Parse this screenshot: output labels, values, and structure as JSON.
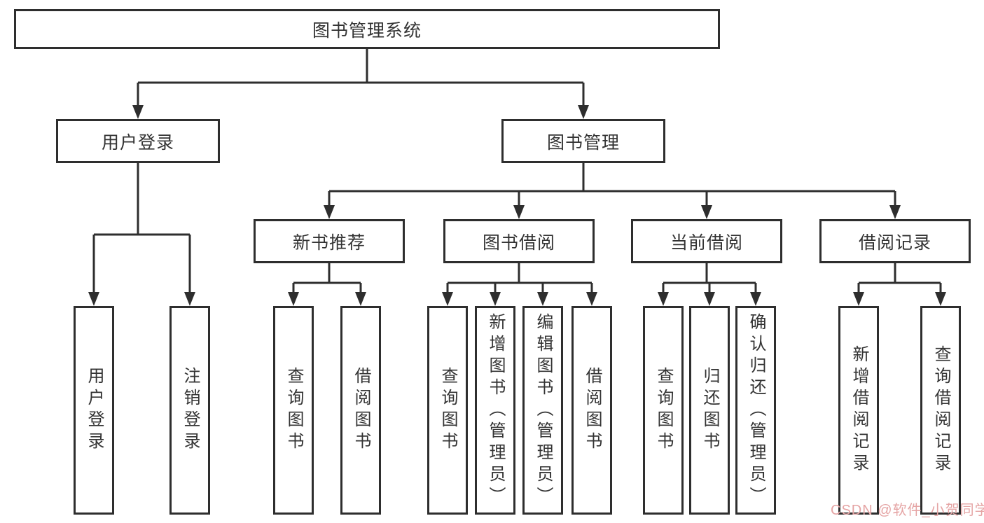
{
  "tree": {
    "root_label": "图书管理系统",
    "branches": [
      {
        "label": "用户登录",
        "children": [
          {
            "label": "用户登录"
          },
          {
            "label": "注销登录"
          }
        ]
      },
      {
        "label": "图书管理",
        "groups": [
          {
            "label": "新书推荐",
            "children": [
              {
                "label": "查询图书"
              },
              {
                "label": "借阅图书"
              }
            ]
          },
          {
            "label": "图书借阅",
            "children": [
              {
                "label": "查询图书"
              },
              {
                "label": "新增图书（管理员）"
              },
              {
                "label": "编辑图书（管理员）"
              },
              {
                "label": "借阅图书"
              }
            ]
          },
          {
            "label": "当前借阅",
            "children": [
              {
                "label": "查询图书"
              },
              {
                "label": "归还图书"
              },
              {
                "label": "确认归还（管理员）"
              }
            ]
          },
          {
            "label": "借阅记录",
            "children": [
              {
                "label": "新增借阅记录"
              },
              {
                "label": "查询借阅记录"
              }
            ]
          }
        ]
      }
    ]
  },
  "watermark": {
    "text": "CSDN @软件_小贺同学"
  },
  "colors": {
    "line": "#2e2e2e",
    "box_border": "#2e2e2e",
    "text": "#333333",
    "background": "#ffffff",
    "watermark": "#e5a4a4"
  }
}
